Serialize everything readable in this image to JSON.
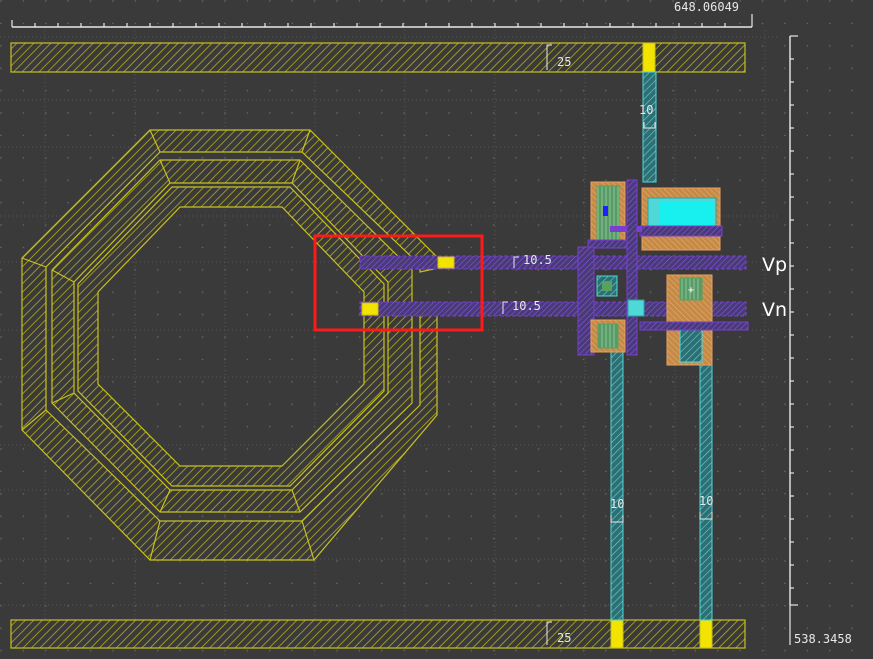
{
  "ruler": {
    "top_readout": "648.06049",
    "bottom_readout": "538.3458"
  },
  "dimensions": {
    "top_rail_width": "25",
    "bottom_rail_width": "25",
    "upper_tap_width": "10",
    "left_feed_width": "10",
    "right_feed_width": "10",
    "vp_line_width": "10.5",
    "vn_line_width": "10.5"
  },
  "pins": {
    "vp": "Vp",
    "vn": "Vn"
  },
  "colors": {
    "background": "#3a3a3a",
    "grid_dot": "#6a6a6a",
    "metal_top": "#c8c020",
    "metal_hatch": "#8f8a18",
    "poly": "#7a3fd0",
    "contact": "#f2e400",
    "via_cyan": "#4fd8d8",
    "diffusion": "#d0904c",
    "well_green": "#58a060",
    "highlight_box": "#ff1a1a",
    "ruler_text": "#e8e8e8"
  },
  "selection": {
    "label": "highlight-box"
  }
}
